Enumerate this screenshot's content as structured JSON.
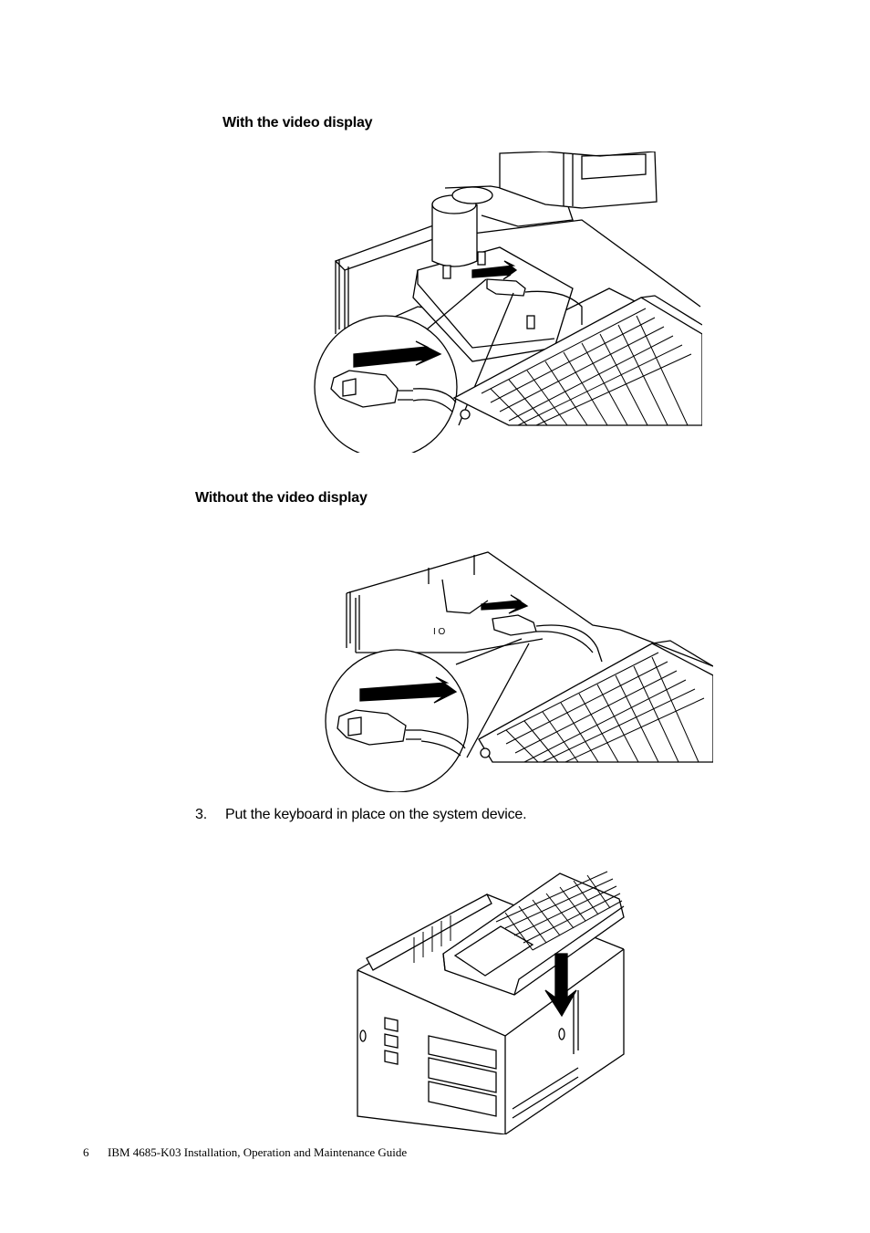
{
  "headings": {
    "with_display": "With the video display",
    "without_display": "Without the video display"
  },
  "steps": [
    {
      "number": "3.",
      "text": "Put the keyboard in place on the system device."
    }
  ],
  "footer": {
    "page_number": "6",
    "title": "IBM 4685-K03 Installation, Operation and Maintenance Guide"
  },
  "figures": {
    "fig1_name": "keyboard-cable-connection-with-display",
    "fig2_name": "keyboard-cable-connection-without-display",
    "fig3_name": "keyboard-placement-on-system-unit"
  }
}
